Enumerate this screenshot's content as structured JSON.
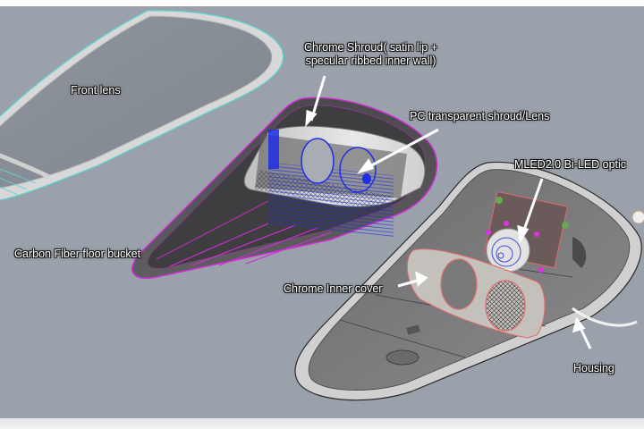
{
  "diagram": {
    "background_color": "#9aa1aa",
    "accent_colors": {
      "front_lens_outline": "#5fd3cf",
      "bucket_outline": "#d22cd8",
      "pc_lens_wireframe": "#1f2ee6",
      "inner_cover_outline": "#e06a6a"
    },
    "labels": [
      {
        "id": "front-lens",
        "text": "Front lens"
      },
      {
        "id": "chrome-shroud",
        "line1": "Chrome Shroud( satin lip +",
        "line2": "specular ribbed inner wall)"
      },
      {
        "id": "pc-lens",
        "text": "PC transparent shroud/Lens"
      },
      {
        "id": "mled-optic",
        "text": "MLED2.0 Bi-LED optic"
      },
      {
        "id": "carbon-bucket",
        "text": "Carbon Fiber floor bucket"
      },
      {
        "id": "inner-cover",
        "text": "Chrome Inner cover"
      },
      {
        "id": "housing",
        "text": "Housing"
      }
    ],
    "parts": [
      "front-lens",
      "carbon-fiber-floor-bucket",
      "chrome-shroud",
      "pc-transparent-shroud",
      "mled-bi-led-optic",
      "chrome-inner-cover",
      "housing"
    ]
  }
}
